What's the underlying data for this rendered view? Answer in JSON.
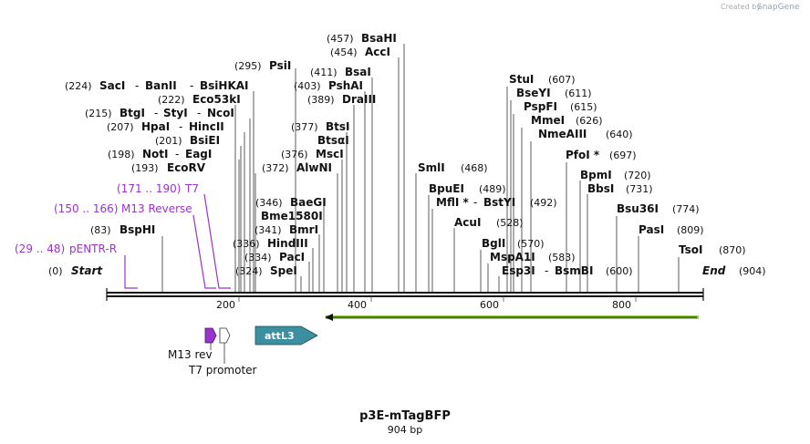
{
  "map_title": "p3E-mTagBFP",
  "map_length": "904 bp",
  "brand": {
    "created_by": "Created by",
    "name": "SnapGene"
  },
  "ruler": {
    "ticks": [
      "200",
      "400",
      "600",
      "800"
    ]
  },
  "start_label": {
    "pos": "(0)",
    "name": "Start"
  },
  "end_label": {
    "pos": "(904)",
    "name": "End"
  },
  "colors": {
    "primer": "#9933cc",
    "attl3": "#3b8fa0",
    "m13rev": "#9933cc",
    "arrow": "#9acc44"
  },
  "primers": [
    {
      "pos": "(29 .. 48)",
      "name": "pENTR-R"
    },
    {
      "pos": "(150 .. 166)",
      "name": "M13 Reverse"
    },
    {
      "pos": "(171 .. 190)",
      "name": "T7"
    }
  ],
  "left_sites": [
    {
      "pos": "(83)",
      "name": "BspHI"
    },
    {
      "pos": "(193)",
      "name": "EcoRV"
    },
    {
      "pos": "(198)",
      "name": "NotI",
      "name2": "EagI"
    },
    {
      "pos": "(201)",
      "name": "BsiEI"
    },
    {
      "pos": "(207)",
      "name": "HpaI",
      "name2": "HincII"
    },
    {
      "pos": "(215)",
      "name": "BtgI",
      "name2": "StyI",
      "name3": "NcoI"
    },
    {
      "pos": "(222)",
      "name": "Eco53kI"
    },
    {
      "pos": "(224)",
      "name": "SacI",
      "name2": "BanII",
      "name3": "BsiHKAI"
    },
    {
      "pos": "(295)",
      "name": "PsiI"
    },
    {
      "pos": "(324)",
      "name": "SpeI"
    },
    {
      "pos": "(334)",
      "name": "PacI"
    },
    {
      "pos": "(336)",
      "name": "HindIII"
    },
    {
      "pos": "(341)",
      "name": "BmrI"
    },
    {
      "pos": "(346)",
      "name": "BaeGI",
      "name2": "Bme1580I"
    },
    {
      "pos": "(372)",
      "name": "AlwNI"
    },
    {
      "pos": "(376)",
      "name": "MscI"
    },
    {
      "pos": "(377)",
      "name": "BtsI",
      "name2": "BtsαI"
    },
    {
      "pos": "(389)",
      "name": "DraIII"
    },
    {
      "pos": "(403)",
      "name": "PshAI"
    },
    {
      "pos": "(411)",
      "name": "BsaI"
    },
    {
      "pos": "(454)",
      "name": "AccI"
    },
    {
      "pos": "(457)",
      "name": "BsaHI"
    }
  ],
  "right_sites": [
    {
      "pos": "(468)",
      "name": "SmlI"
    },
    {
      "pos": "(489)",
      "name": "BpuEI"
    },
    {
      "pos": "(492)",
      "name": "MflI *",
      "name2": "BstYI"
    },
    {
      "pos": "(528)",
      "name": "AcuI"
    },
    {
      "pos": "(570)",
      "name": "BglI"
    },
    {
      "pos": "(583)",
      "name": "MspA1I"
    },
    {
      "pos": "(600)",
      "name": "Esp3I",
      "name2": "BsmBI"
    },
    {
      "pos": "(607)",
      "name": "StuI"
    },
    {
      "pos": "(611)",
      "name": "BseYI"
    },
    {
      "pos": "(615)",
      "name": "PspFI"
    },
    {
      "pos": "(626)",
      "name": "MmeI"
    },
    {
      "pos": "(640)",
      "name": "NmeAIII"
    },
    {
      "pos": "(697)",
      "name": "PfoI *"
    },
    {
      "pos": "(720)",
      "name": "BpmI"
    },
    {
      "pos": "(731)",
      "name": "BbsI"
    },
    {
      "pos": "(774)",
      "name": "Bsu36I"
    },
    {
      "pos": "(809)",
      "name": "PasI"
    },
    {
      "pos": "(870)",
      "name": "TsoI"
    }
  ],
  "features": {
    "m13rev": "M13 rev",
    "t7promoter": "T7 promoter",
    "attl3": "attL3"
  }
}
